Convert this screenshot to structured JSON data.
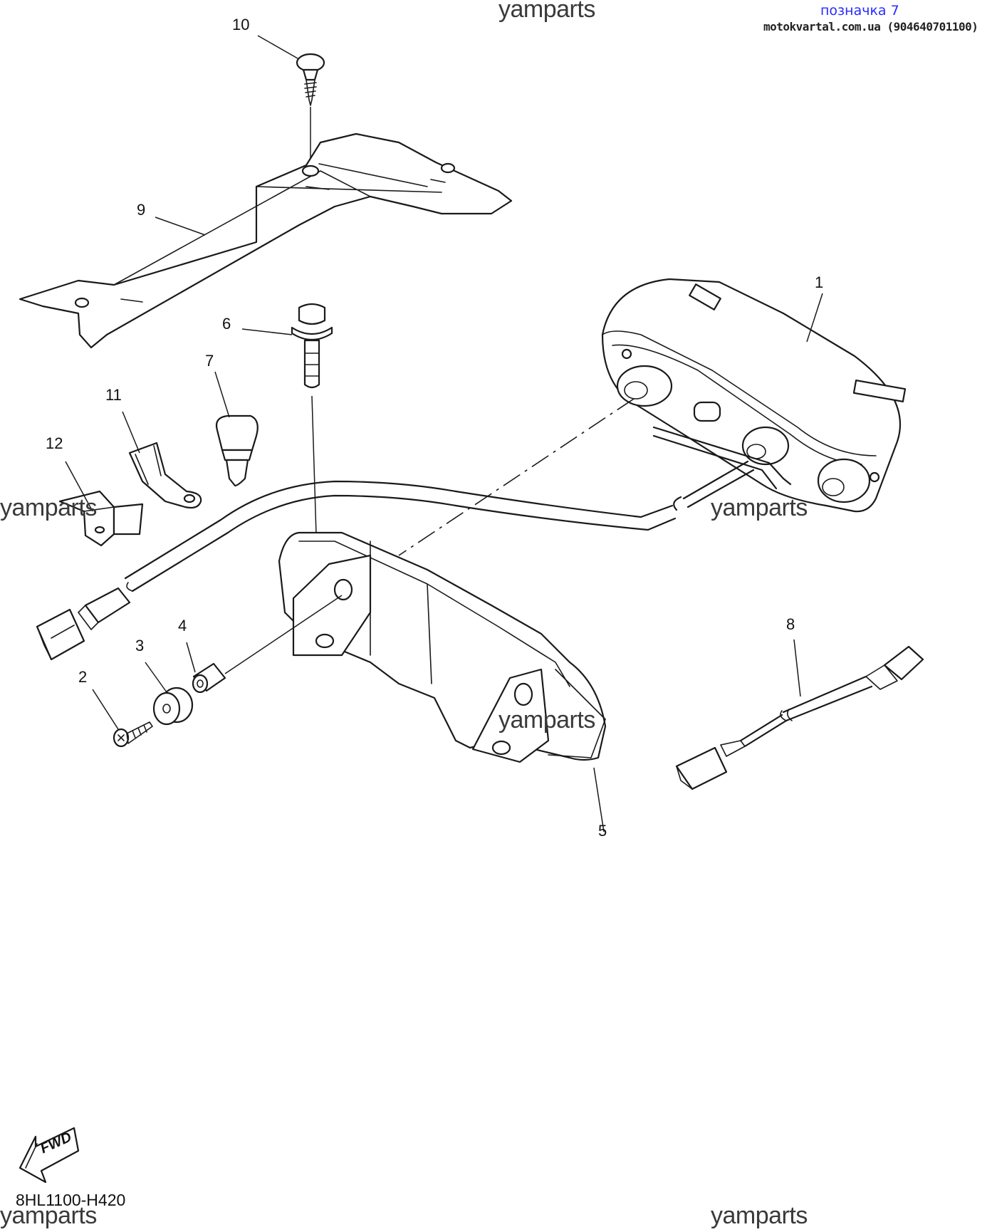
{
  "header": {
    "tag": "позначка 7",
    "site": "motokvartal.com.ua (904640701100)"
  },
  "watermarks": [
    "yamparts",
    "yamparts",
    "yamparts",
    "yamparts",
    "yamparts",
    "yamparts"
  ],
  "callouts": [
    "1",
    "2",
    "3",
    "4",
    "5",
    "6",
    "7",
    "8",
    "9",
    "10",
    "11",
    "12"
  ],
  "fwd_label": "FWD",
  "diagram_code": "8HL1100-H420"
}
